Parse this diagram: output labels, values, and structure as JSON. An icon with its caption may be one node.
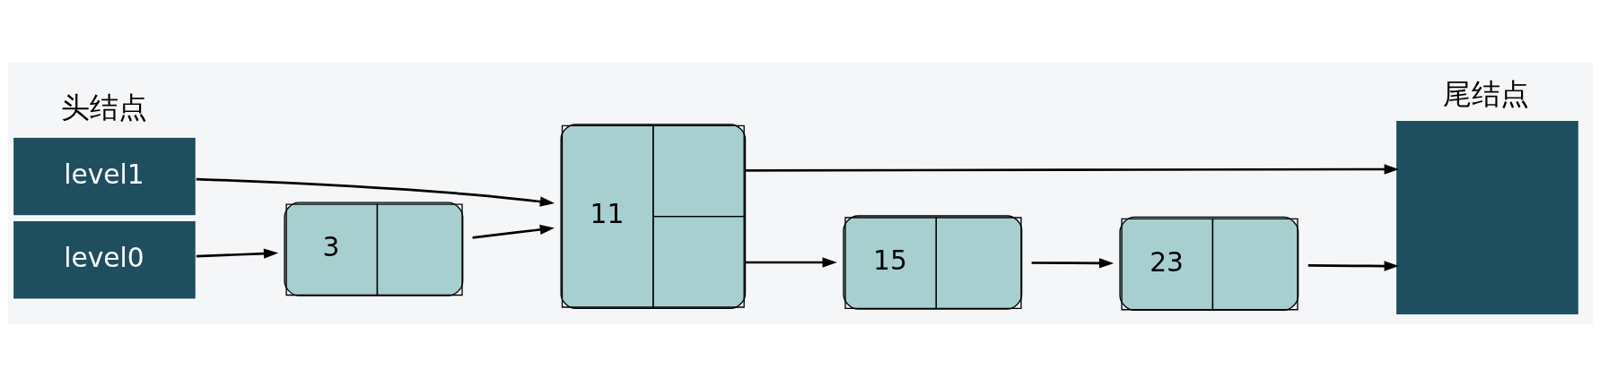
{
  "diagram": {
    "nodes": [
      {
        "text": [
          "level1"
        ]
      },
      {
        "text": [
          "level0"
        ]
      },
      {
        "text": [
          "3"
        ]
      },
      {
        "text": [
          "11"
        ]
      },
      {
        "text": [
          "15"
        ]
      },
      {
        "text": [
          "23"
        ]
      },
      {
        "text": [
          "尾结点"
        ]
      }
    ],
    "edges": [
      {
        "from": 0,
        "to": 3,
        "arrow": "to"
      },
      {
        "from": 3,
        "to": 6,
        "arrow": "to"
      },
      {
        "from": 1,
        "to": 2,
        "arrow": "to"
      },
      {
        "from": 2,
        "to": 3,
        "arrow": "to"
      },
      {
        "from": 3,
        "to": 4,
        "arrow": "to"
      },
      {
        "from": 4,
        "to": 5,
        "arrow": "to"
      },
      {
        "from": 5,
        "to": 6,
        "arrow": "to"
      }
    ],
    "labels": [
      "头结点"
    ]
  }
}
